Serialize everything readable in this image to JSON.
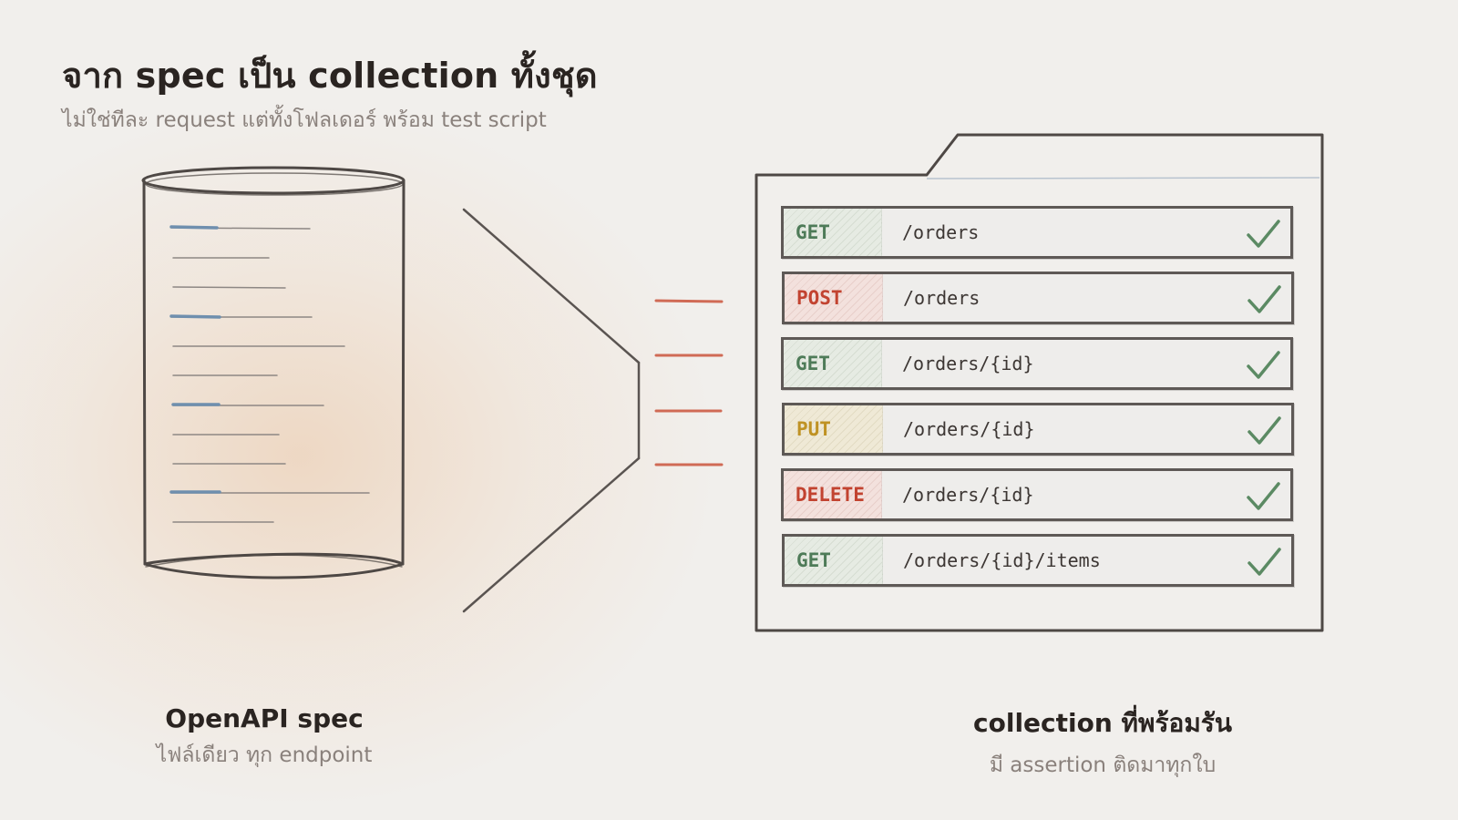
{
  "header": {
    "title": "จาก spec เป็น collection ทั้งชุด",
    "subtitle": "ไม่ใช่ทีละ request แต่ทั้งโฟลเดอร์ พร้อม test script"
  },
  "spec": {
    "label": "OpenAPI spec",
    "sublabel": "ไฟล์เดียว ทุก endpoint"
  },
  "collection": {
    "label": "collection ที่พร้อมรัน",
    "sublabel": "มี assertion ติดมาทุกใบ",
    "requests": [
      {
        "method": "GET",
        "path": "/orders",
        "status_icon": "check-icon"
      },
      {
        "method": "POST",
        "path": "/orders",
        "status_icon": "check-icon"
      },
      {
        "method": "GET",
        "path": "/orders/{id}",
        "status_icon": "check-icon"
      },
      {
        "method": "PUT",
        "path": "/orders/{id}",
        "status_icon": "check-icon"
      },
      {
        "method": "DELETE",
        "path": "/orders/{id}",
        "status_icon": "check-icon"
      },
      {
        "method": "GET",
        "path": "/orders/{id}/items",
        "status_icon": "check-icon"
      }
    ]
  },
  "colors": {
    "get": "#4e7b58",
    "post": "#c24330",
    "put": "#bf9224",
    "delete": "#c24330",
    "check": "#5b8a63",
    "flow_lines": "#d06a55",
    "accent_lines": "#6f8fae"
  }
}
